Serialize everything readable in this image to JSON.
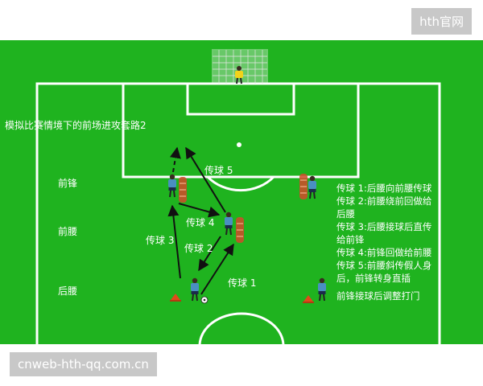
{
  "watermark": {
    "brand": "hth官网",
    "url": "cnweb-hth-qq.com.cn"
  },
  "diagram": {
    "title": "模拟比赛情境下的前场进攻套路2",
    "rows": {
      "forward": "前锋",
      "mid": "前腰",
      "back": "后腰"
    },
    "pass_labels": {
      "p1": "传球 1",
      "p2": "传球 2",
      "p3": "传球 3",
      "p4": "传球 4",
      "p5": "传球 5"
    },
    "steps": [
      "传球 1:后腰向前腰传球",
      "传球 2:前腰绕前回做给",
      "后腰",
      "传球 3:后腰接球后直传",
      "给前锋",
      "传球 4:前锋回做给前腰",
      "传球 5:前腰斜传假人身",
      "后，前锋转身直插"
    ],
    "finish": "前锋接球后调整打门",
    "colors": {
      "pitch": "#1fb31f",
      "lines": "#ffffff",
      "arrows": "#111111",
      "shirt": "#4a8fc2",
      "dummy": "#d24a2a"
    }
  }
}
